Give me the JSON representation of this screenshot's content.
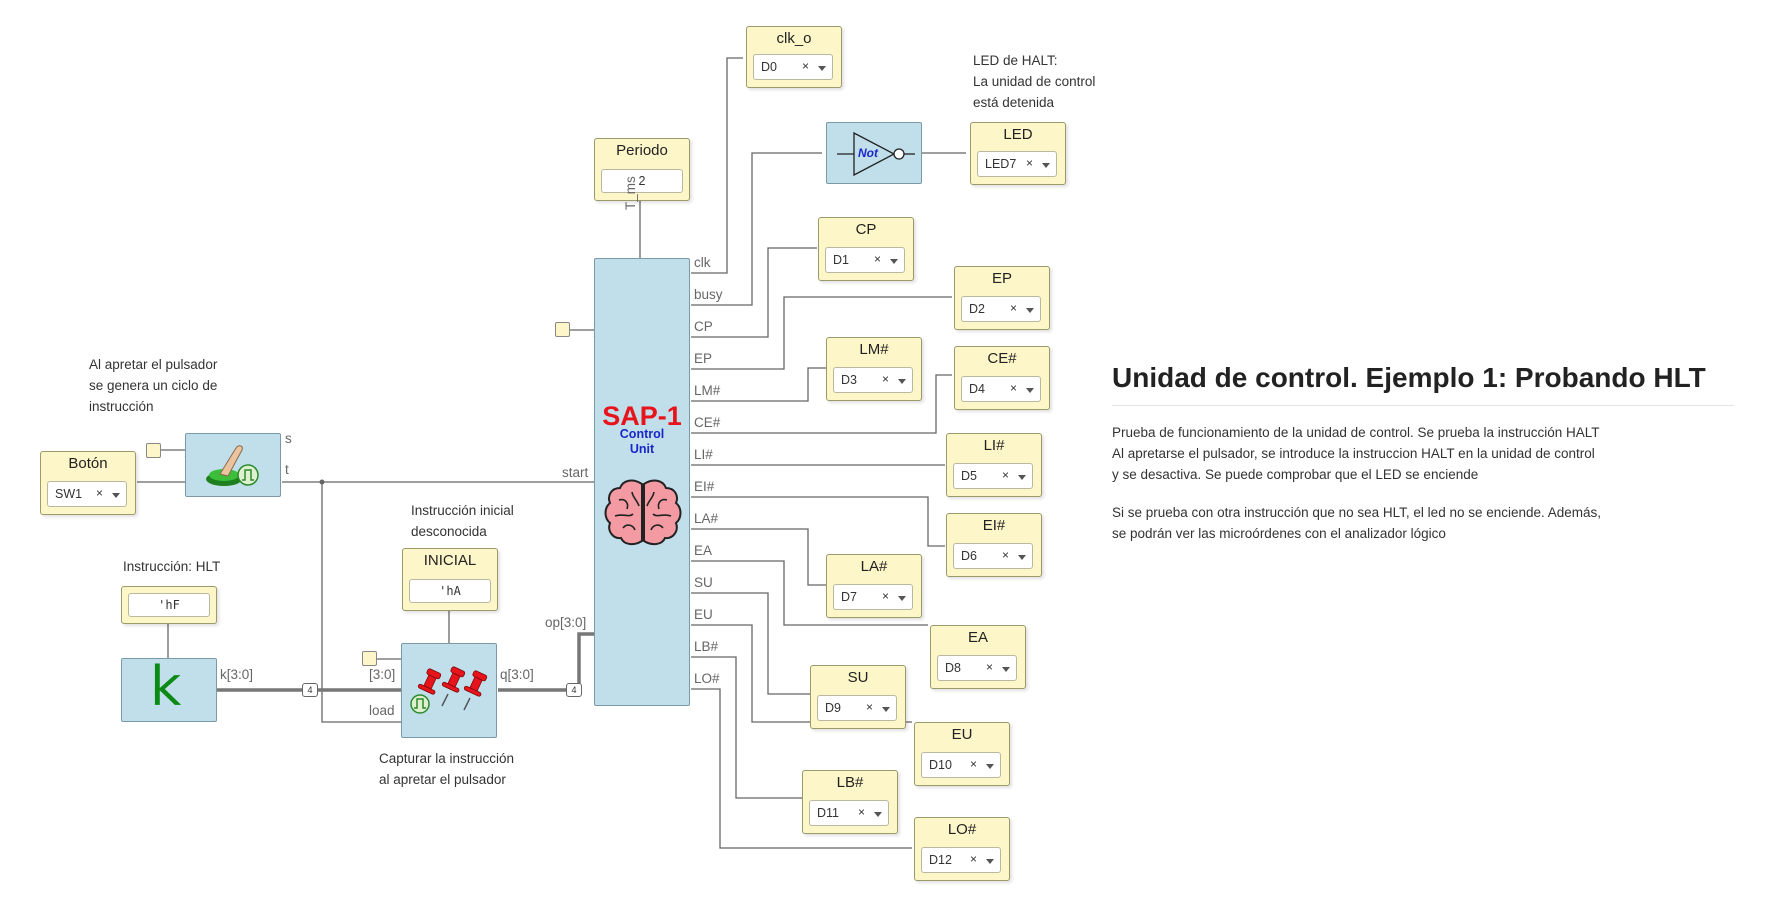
{
  "notes": {
    "halt_led": "LED de HALT:\nLa unidad de control\nestá detenida",
    "pulsador": "Al apretar el pulsador\nse genera un ciclo de\ninstrucción",
    "instruccion": "Instrucción: HLT",
    "inicial": "Instrucción inicial\ndesconocida",
    "capturar": "Capturar la instrucción\nal apretar el pulsador"
  },
  "blocks": {
    "clk_o": {
      "title": "clk_o",
      "value": "D0"
    },
    "periodo": {
      "title": "Periodo",
      "value": "2"
    },
    "led": {
      "title": "LED",
      "value": "LED7"
    },
    "cp": {
      "title": "CP",
      "value": "D1"
    },
    "ep": {
      "title": "EP",
      "value": "D2"
    },
    "lm": {
      "title": "LM#",
      "value": "D3"
    },
    "ce": {
      "title": "CE#",
      "value": "D4"
    },
    "li": {
      "title": "LI#",
      "value": "D5"
    },
    "ei": {
      "title": "EI#",
      "value": "D6"
    },
    "la": {
      "title": "LA#",
      "value": "D7"
    },
    "ea": {
      "title": "EA",
      "value": "D8"
    },
    "su": {
      "title": "SU",
      "value": "D9"
    },
    "eu": {
      "title": "EU",
      "value": "D10"
    },
    "lb": {
      "title": "LB#",
      "value": "D11"
    },
    "lo": {
      "title": "LO#",
      "value": "D12"
    },
    "boton": {
      "title": "Botón",
      "value": "SW1"
    },
    "inicial": {
      "title": "INICIAL",
      "value": "'hA"
    },
    "const_value": "'hF"
  },
  "not_gate": {
    "label": "Not"
  },
  "control_unit": {
    "title": "SAP-1",
    "subtitle": "Control\nUnit",
    "top_port": "T_ms",
    "left_ports": {
      "start": "start",
      "op": "op[3:0]"
    },
    "right_ports": [
      "clk",
      "busy",
      "CP",
      "EP",
      "LM#",
      "CE#",
      "LI#",
      "EI#",
      "LA#",
      "EA",
      "SU",
      "EU",
      "LB#",
      "LO#"
    ]
  },
  "button_ports": {
    "s": "s",
    "t": "t"
  },
  "const_block": {
    "symbol": "k",
    "port": "k[3:0]"
  },
  "register": {
    "in_port": "[3:0]",
    "out_port": "q[3:0]",
    "load_port": "load"
  },
  "bus_width": "4",
  "clear_symbol": "×",
  "doc": {
    "title": "Unidad de control. Ejemplo 1: Probando HLT",
    "p1": "Prueba de funcionamiento de la unidad de control. Se prueba la instrucción HALT\nAl apretarse el pulsador, se introduce la instruccion HALT en la unidad de control\ny se desactiva. Se puede comprobar que el LED se enciende",
    "p2": "Si se prueba con otra instrucción que no sea HLT, el led no se enciende. Además,\nse podrán ver las microórdenes con el analizador lógico"
  }
}
